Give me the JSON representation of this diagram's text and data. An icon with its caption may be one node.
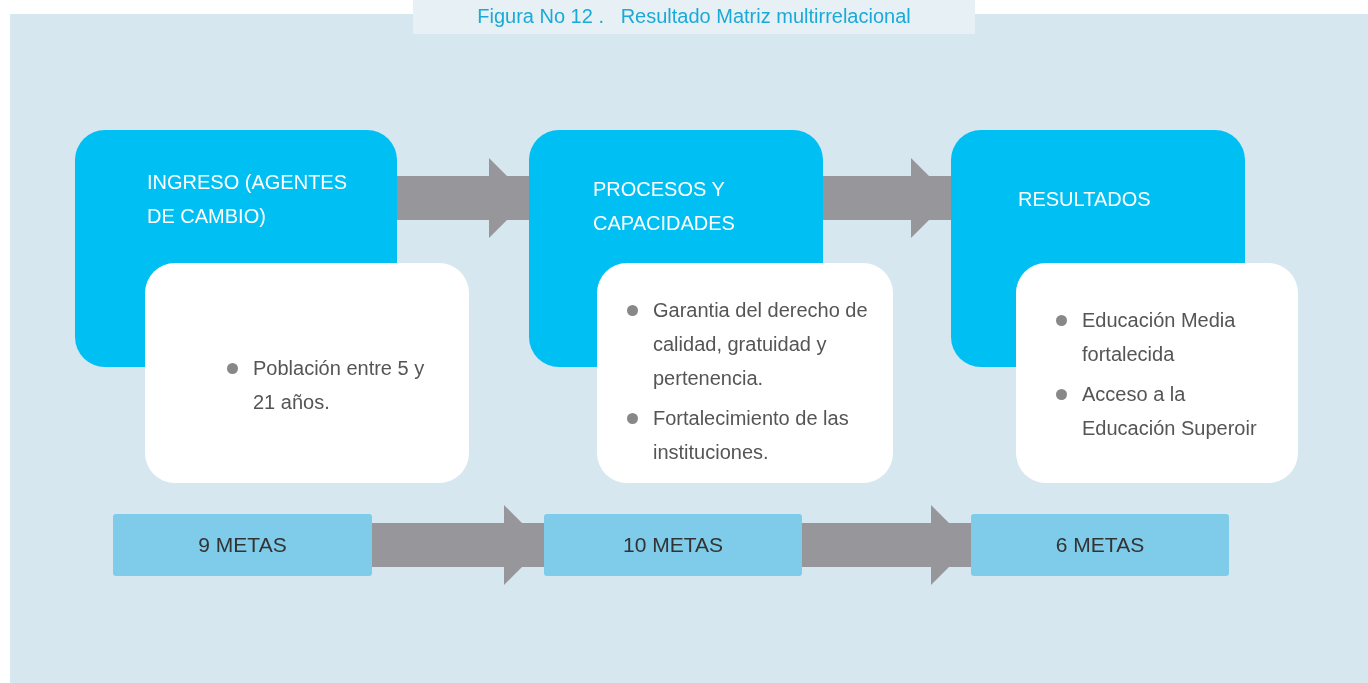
{
  "diagram": {
    "title": "Figura No 12 .   Resultado Matriz multirrelacional",
    "nodes": [
      {
        "text": [
          "INGRESO (AGENTES DE CAMBIO)"
        ]
      },
      {
        "text": [
          "Población entre 5 y 21 años."
        ]
      },
      {
        "text": [
          "PROCESOS Y CAPACIDADES"
        ]
      },
      {
        "text": [
          "Garantia del derecho de calidad, gratuidad y pertenencia.",
          "Fortalecimiento de las instituciones."
        ]
      },
      {
        "text": [
          "RESULTADOS"
        ]
      },
      {
        "text": [
          "Educación Media fortalecida",
          "Acceso a la Educación Superoir"
        ]
      },
      {
        "text": [
          "9 METAS"
        ]
      },
      {
        "text": [
          "10 METAS"
        ]
      },
      {
        "text": [
          "6 METAS"
        ]
      }
    ],
    "edges": [
      {
        "from": 0,
        "to": 2,
        "arrow": "to"
      },
      {
        "from": 2,
        "to": 4,
        "arrow": "to"
      },
      {
        "from": 6,
        "to": 7,
        "arrow": "to"
      },
      {
        "from": 7,
        "to": 8,
        "arrow": "to"
      }
    ]
  }
}
